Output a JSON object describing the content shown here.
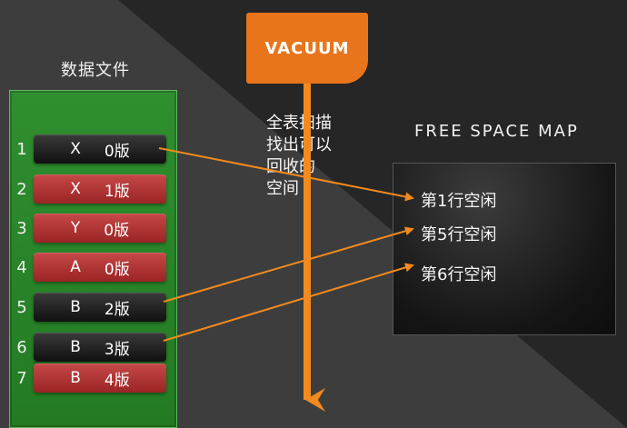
{
  "colors": {
    "panel_green": "#2f8f2f",
    "block_red": "#c74848",
    "block_dark": "#1a1a1a",
    "vacuum_orange": "#e8751b",
    "arrow_orange": "#f28a1e"
  },
  "data_file": {
    "title": "数据文件",
    "rows": [
      {
        "index": "1",
        "name": "X",
        "version": "0版",
        "style": "dark"
      },
      {
        "index": "2",
        "name": "X",
        "version": "1版",
        "style": "red"
      },
      {
        "index": "3",
        "name": "Y",
        "version": "0版",
        "style": "red"
      },
      {
        "index": "4",
        "name": "A",
        "version": "0版",
        "style": "red"
      },
      {
        "index": "5",
        "name": "B",
        "version": "2版",
        "style": "dark"
      },
      {
        "index": "6",
        "name": "B",
        "version": "3版",
        "style": "dark"
      },
      {
        "index": "7",
        "name": "B",
        "version": "4版",
        "style": "red"
      }
    ]
  },
  "vacuum": {
    "label": "VACUUM",
    "note": [
      "全表扫描",
      "找出可以",
      "回收的",
      "空间"
    ]
  },
  "free_space_map": {
    "title": "FREE SPACE MAP",
    "entries": [
      "第1行空闲",
      "第5行空闲",
      "第6行空闲"
    ]
  }
}
